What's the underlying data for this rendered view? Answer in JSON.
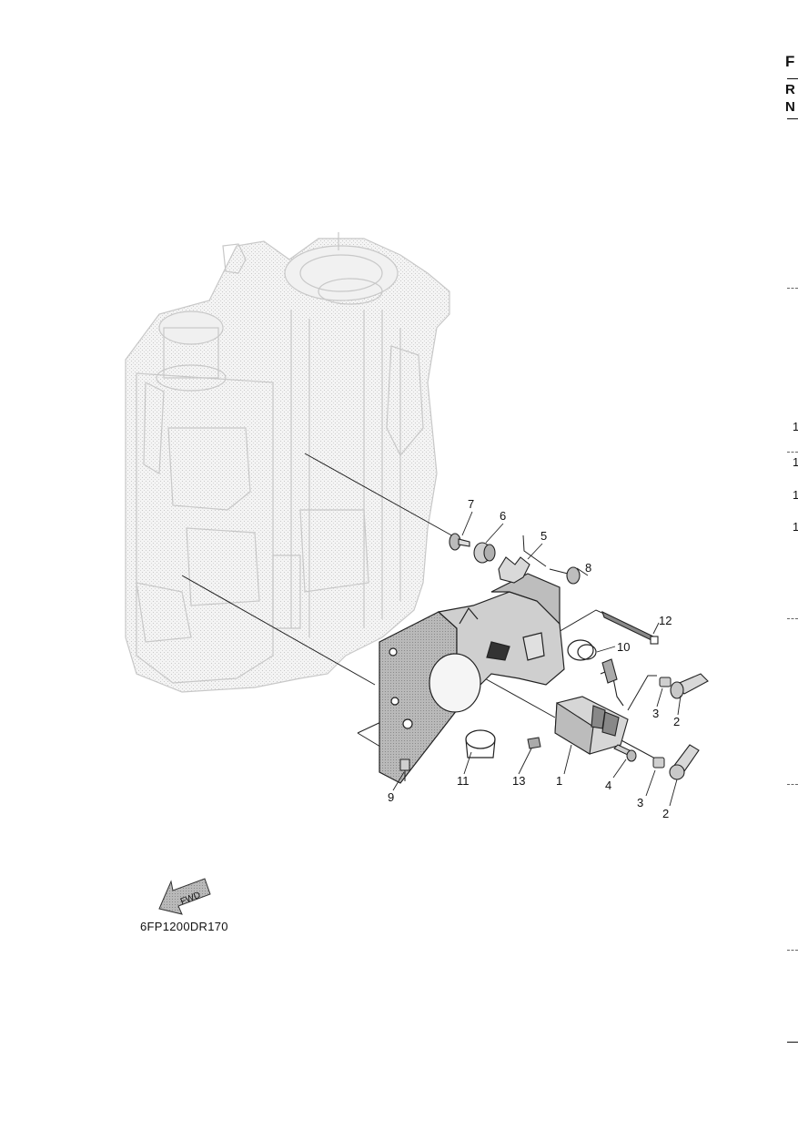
{
  "diagram": {
    "callouts": [
      "1",
      "2",
      "2",
      "3",
      "3",
      "4",
      "5",
      "6",
      "7",
      "8",
      "9",
      "10",
      "11",
      "12",
      "13"
    ],
    "direction_label": "FWD",
    "figure_code": "6FP1200DR170"
  },
  "right_edge": {
    "letters": [
      "F",
      "R",
      "N"
    ],
    "numbers": [
      "1",
      "1",
      "1",
      "1"
    ]
  }
}
